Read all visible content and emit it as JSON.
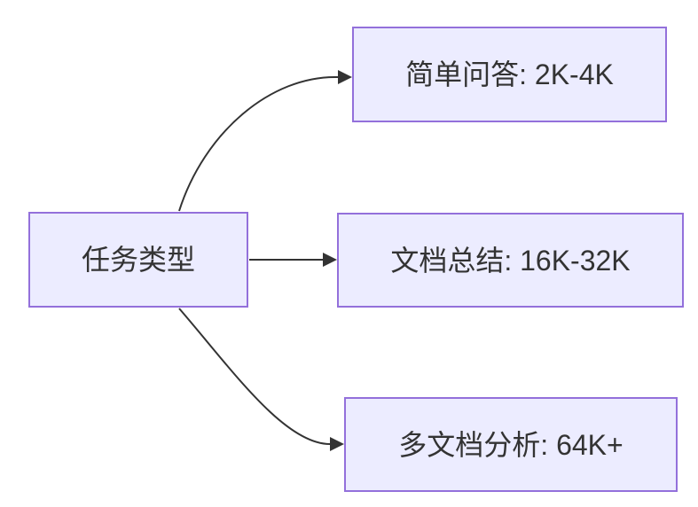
{
  "diagram": {
    "root": {
      "label": "任务类型"
    },
    "children": [
      {
        "label": "简单问答: 2K-4K"
      },
      {
        "label": "文档总结: 16K-32K"
      },
      {
        "label": "多文档分析: 64K+"
      }
    ],
    "colors": {
      "node_fill": "#ECECFF",
      "node_border": "#9370DB",
      "edge": "#333333",
      "text": "#333333",
      "background": "#FFFFFF"
    }
  }
}
